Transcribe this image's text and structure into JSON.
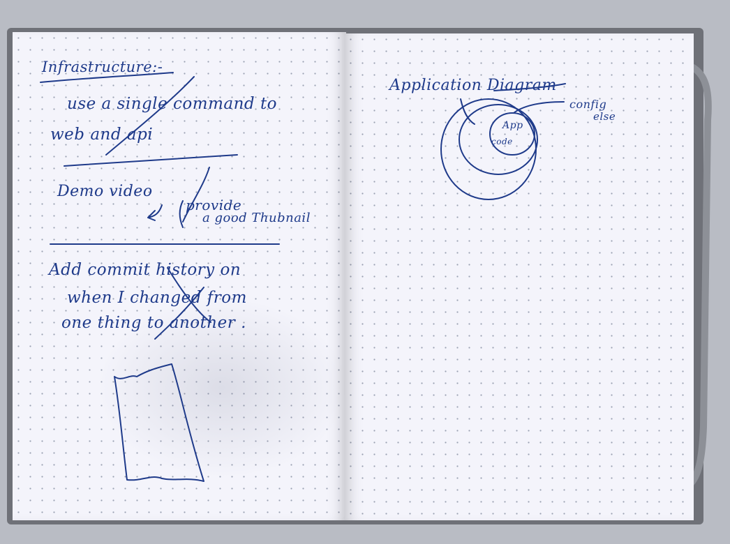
{
  "notebook": {
    "left_page": {
      "heading": "Infrastructure:-",
      "note1": {
        "line1": "use a single command to",
        "line2": "web and api"
      },
      "note2": {
        "main": "Demo video",
        "aside_line1": "provide",
        "aside_line2": "a good Thubnail"
      },
      "note3": {
        "line1": "Add commit history on",
        "line2": "when I changed from",
        "line3": "one thing to another ."
      }
    },
    "right_page": {
      "heading": "Application Diagram",
      "inner_label_line1": "App",
      "inner_label_line2": "code",
      "side_label_line1": "config",
      "side_label_line2": "else"
    }
  },
  "colors": {
    "ink": "#1e3a8a",
    "paper": "#f4f4fb",
    "cover": "#6f7178",
    "background": "#b9bcc4"
  }
}
